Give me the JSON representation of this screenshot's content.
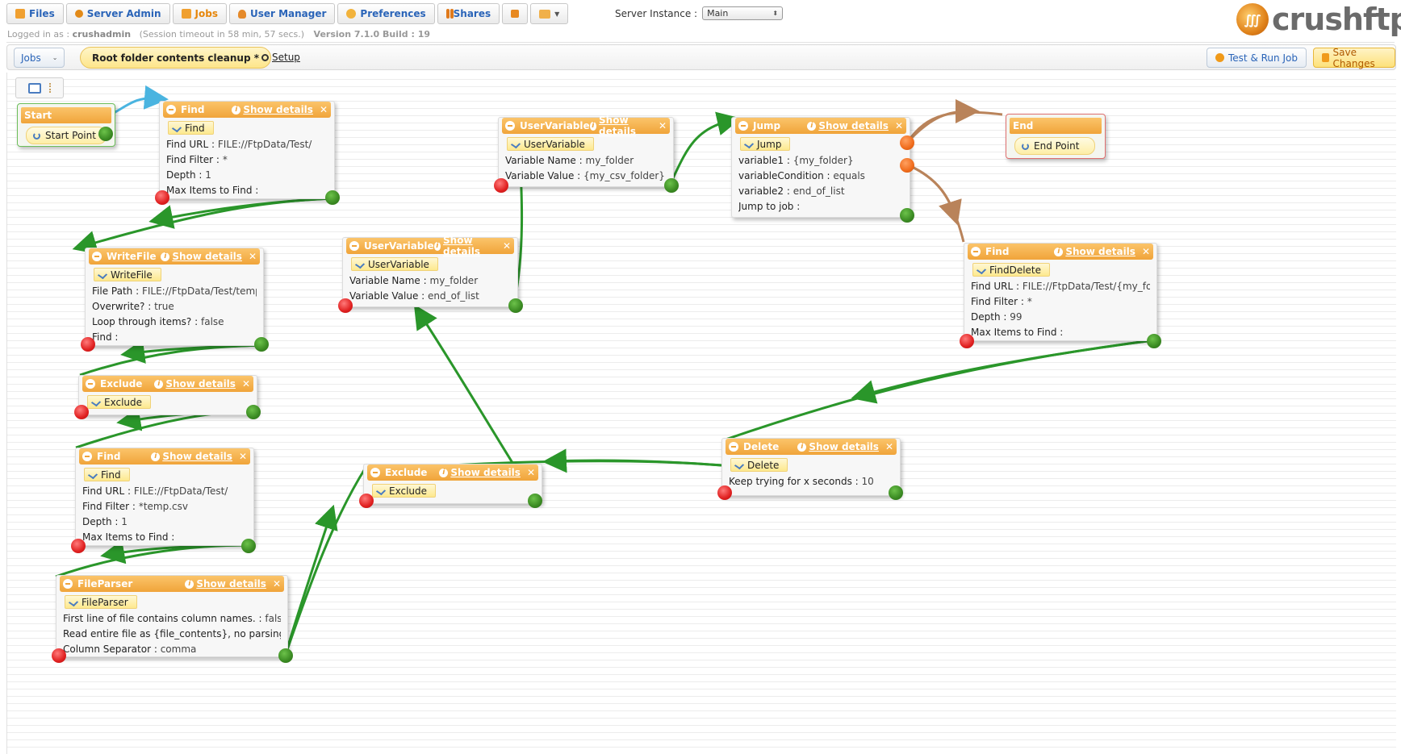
{
  "nav": {
    "tabs": [
      {
        "label": "Files",
        "icon": "folder-icon"
      },
      {
        "label": "Server Admin",
        "icon": "gear-icon"
      },
      {
        "label": "Jobs",
        "icon": "jobs-icon"
      },
      {
        "label": "User Manager",
        "icon": "user-icon"
      },
      {
        "label": "Preferences",
        "icon": "preferences-icon"
      },
      {
        "label": "Shares",
        "icon": "shares-icon"
      }
    ],
    "active_tab": "Jobs"
  },
  "server_instance": {
    "label": "Server Instance :",
    "value": "Main"
  },
  "logo": {
    "text": "crushftp"
  },
  "session": {
    "prefix": "Logged in as :",
    "user": "crushadmin",
    "timeout": "(Session timeout in 58 min, 57 secs.)",
    "version": "Version 7.1.0 Build : 19"
  },
  "toolbar": {
    "jobs_label": "Jobs",
    "job_name": "Root folder contents cleanup *",
    "setup_label": "Setup",
    "test_run_label": "Test & Run Job",
    "save_label": "Save Changes"
  },
  "colors": {
    "accent_orange": "#f0a43a",
    "link_blue": "#2a64b8",
    "edge_green": "#2a962a",
    "edge_brown": "#b9835a"
  },
  "nodes": {
    "start": {
      "title": "Start",
      "label": "Start Point"
    },
    "end": {
      "title": "End",
      "label": "End Point"
    },
    "find1": {
      "title": "Find",
      "details": "Show details",
      "tag": "Find",
      "props": [
        {
          "k": "Find URL :",
          "v": "FILE://FtpData/Test/"
        },
        {
          "k": "Find Filter :",
          "v": "*"
        },
        {
          "k": "Depth :",
          "v": "1"
        },
        {
          "k": "Max Items to Find :",
          "v": ""
        }
      ]
    },
    "uservar1": {
      "title": "UserVariable",
      "details": "Show details",
      "tag": "UserVariable",
      "props": [
        {
          "k": "Variable Name :",
          "v": "my_folder"
        },
        {
          "k": "Variable Value :",
          "v": "{my_csv_folder}"
        }
      ]
    },
    "jump": {
      "title": "Jump",
      "details": "Show details",
      "tag": "Jump",
      "props": [
        {
          "k": "variable1 :",
          "v": "{my_folder}"
        },
        {
          "k": "variableCondition :",
          "v": "equals"
        },
        {
          "k": "variable2 :",
          "v": "end_of_list"
        },
        {
          "k": "Jump to job :",
          "v": ""
        }
      ]
    },
    "writefile": {
      "title": "WriteFile",
      "details": "Show details",
      "tag": "WriteFile",
      "props": [
        {
          "k": "File Path :",
          "v": "FILE://FtpData/Test/temp.csv"
        },
        {
          "k": "Overwrite? :",
          "v": "true"
        },
        {
          "k": "Loop through items? :",
          "v": "false"
        },
        {
          "k": "Find :",
          "v": ""
        }
      ]
    },
    "uservar2": {
      "title": "UserVariable",
      "details": "Show details",
      "tag": "UserVariable",
      "props": [
        {
          "k": "Variable Name :",
          "v": "my_folder"
        },
        {
          "k": "Variable Value :",
          "v": "end_of_list"
        }
      ]
    },
    "finddelete": {
      "title": "Find",
      "details": "Show details",
      "tag": "FindDelete",
      "props": [
        {
          "k": "Find URL :",
          "v": "FILE://FtpData/Test/{my_folder}/"
        },
        {
          "k": "Find Filter :",
          "v": "*"
        },
        {
          "k": "Depth :",
          "v": "99"
        },
        {
          "k": "Max Items to Find :",
          "v": ""
        }
      ]
    },
    "exclude1": {
      "title": "Exclude",
      "details": "Show details",
      "tag": "Exclude",
      "props": []
    },
    "find2": {
      "title": "Find",
      "details": "Show details",
      "tag": "Find",
      "props": [
        {
          "k": "Find URL :",
          "v": "FILE://FtpData/Test/"
        },
        {
          "k": "Find Filter :",
          "v": "*temp.csv"
        },
        {
          "k": "Depth :",
          "v": "1"
        },
        {
          "k": "Max Items to Find :",
          "v": ""
        }
      ]
    },
    "exclude2": {
      "title": "Exclude",
      "details": "Show details",
      "tag": "Exclude",
      "props": []
    },
    "delete": {
      "title": "Delete",
      "details": "Show details",
      "tag": "Delete",
      "props": [
        {
          "k": "Keep trying for x seconds :",
          "v": "10"
        }
      ]
    },
    "fileparser": {
      "title": "FileParser",
      "details": "Show details",
      "tag": "FileParser",
      "props": [
        {
          "k": "First line of file contains column names. :",
          "v": "false"
        },
        {
          "k": "Read entire file as {file_contents}, no parsing. :",
          "v": "false"
        },
        {
          "k": "Column Separator :",
          "v": "comma"
        }
      ]
    }
  }
}
